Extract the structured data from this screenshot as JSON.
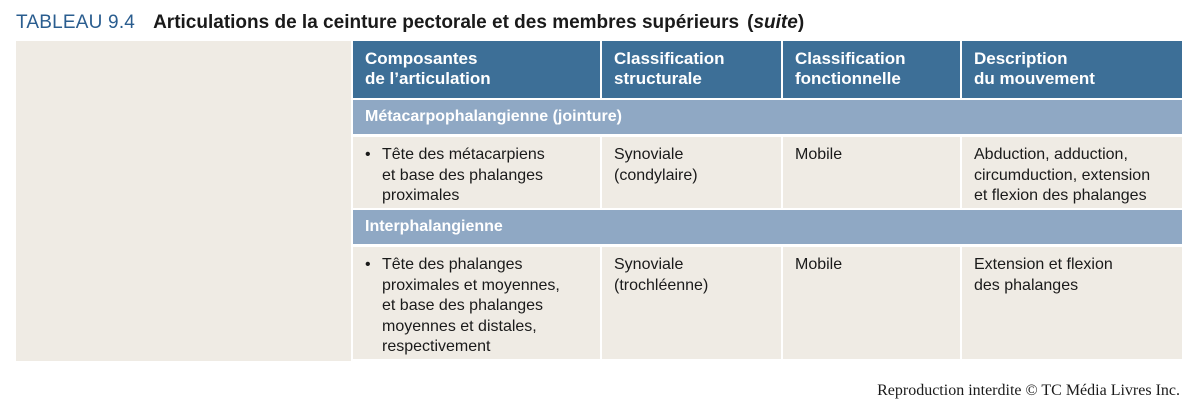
{
  "title": {
    "number": "TABLEAU 9.4",
    "text": "Articulations de la ceinture pectorale et des membres supérieurs",
    "suite": "suite"
  },
  "columns": [
    [
      "Composantes",
      "de l’articulation"
    ],
    [
      "Classification",
      "structurale"
    ],
    [
      "Classification",
      "fonctionnelle"
    ],
    [
      "Description",
      "du mouvement"
    ]
  ],
  "groups": [
    {
      "name": "Métacarpophalangienne (jointure)",
      "components": [
        "Tête des métacarpiens",
        "et base des phalanges",
        "proximales"
      ],
      "structural": [
        "Synoviale",
        "(condylaire)"
      ],
      "functional": [
        "Mobile"
      ],
      "description": [
        "Abduction, adduction,",
        "circumduction, extension",
        "et flexion des phalanges"
      ]
    },
    {
      "name": "Interphalangienne",
      "components": [
        "Tête des phalanges",
        "proximales et moyennes,",
        "et base des phalanges",
        "moyennes et distales,",
        "respectivement"
      ],
      "structural": [
        "Synoviale",
        "(trochléenne)"
      ],
      "functional": [
        "Mobile"
      ],
      "description": [
        "Extension et flexion",
        "des phalanges"
      ]
    }
  ],
  "bullet": "•",
  "footer": "Reproduction interdite © TC Média Livres Inc."
}
